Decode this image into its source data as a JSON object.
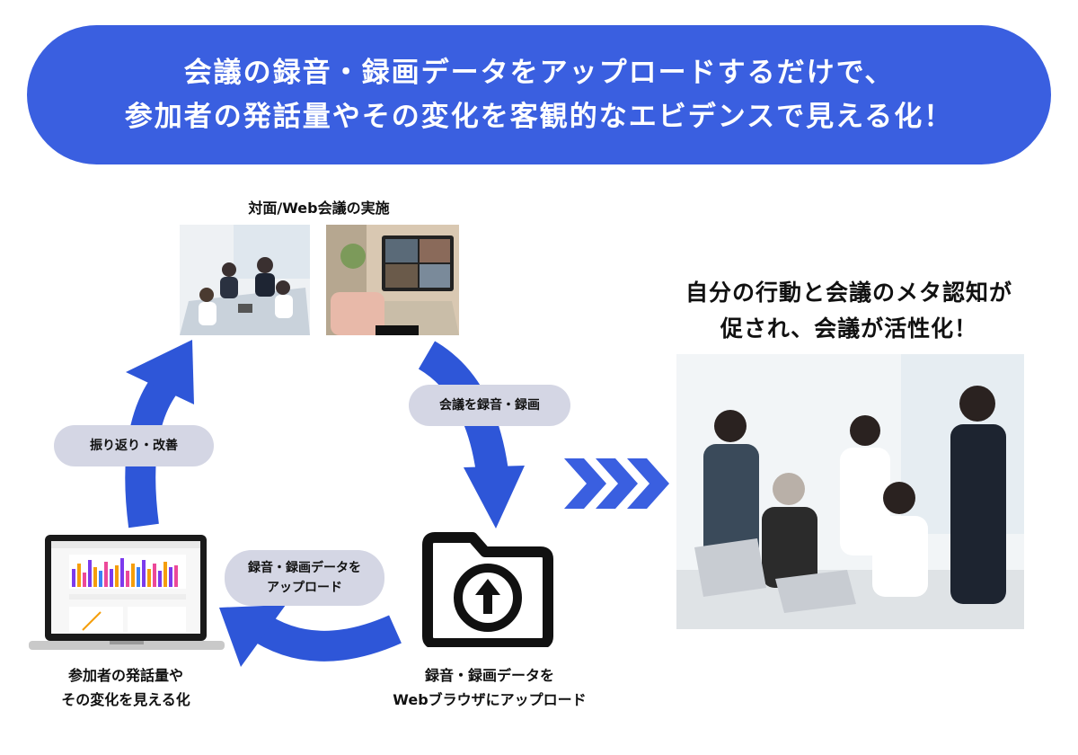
{
  "banner": {
    "line1": "会議の録音・録画データをアップロードするだけで、",
    "line2": "参加者の発話量やその変化を客観的なエビデンスで見える化！"
  },
  "meeting": {
    "title": "対面/Web会議の実施"
  },
  "steps": {
    "record": "会議を録音・録画",
    "upload_pill_line1": "録音・録画データを",
    "upload_pill_line2": "アップロード",
    "review": "振り返り・改善"
  },
  "folder_caption": {
    "line1": "録音・録画データを",
    "line2": "Webブラウザにアップロード"
  },
  "laptop_caption": {
    "line1": "参加者の発話量や",
    "line2": "その変化を見える化"
  },
  "result": {
    "line1": "自分の行動と会議のメタ認知が",
    "line2": "促され、会議が活性化！"
  },
  "colors": {
    "accent": "#3a5fe0",
    "pill": "#d4d6e4",
    "dark": "#111111"
  },
  "icons": [
    "upload-folder-icon",
    "laptop-icon",
    "chevron-arrows-icon"
  ]
}
